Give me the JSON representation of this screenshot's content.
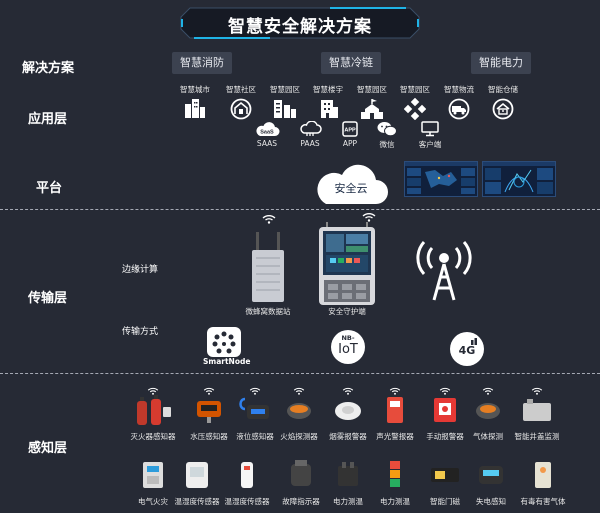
{
  "title": "智慧安全解决方案",
  "layers": {
    "solution": "解决方案",
    "application": "应用层",
    "platform": "平台",
    "transport": "传输层",
    "perception": "感知层"
  },
  "solutions": [
    "智慧消防",
    "智慧冷链",
    "智能电力"
  ],
  "applications": [
    {
      "label": "智慧城市",
      "icon": "city-buildings-icon"
    },
    {
      "label": "智慧社区",
      "icon": "community-icon"
    },
    {
      "label": "智慧园区",
      "icon": "park-buildings-icon"
    },
    {
      "label": "智慧楼宇",
      "icon": "office-building-icon"
    },
    {
      "label": "智慧园区",
      "icon": "school-building-icon"
    },
    {
      "label": "智慧园区",
      "icon": "diamond-grid-icon"
    },
    {
      "label": "智慧物流",
      "icon": "delivery-truck-icon"
    },
    {
      "label": "智能仓储",
      "icon": "warehouse-home-icon"
    }
  ],
  "platform_items": [
    {
      "label": "SAAS",
      "icon": "saas-cloud-icon"
    },
    {
      "label": "PAAS",
      "icon": "paas-cloud-icon"
    },
    {
      "label": "APP",
      "icon": "app-icon"
    },
    {
      "label": "微信",
      "icon": "wechat-icon"
    },
    {
      "label": "客户端",
      "icon": "monitor-icon"
    }
  ],
  "cloud_label": "安全云",
  "transport": {
    "edge_label": "边缘计算",
    "method_label": "传输方式",
    "gateway_label": "微蜂窝数据站",
    "terminal_label": "安全守护端",
    "smartnode_label": "SmartNode",
    "nb_top": "NB-",
    "nb_bottom": "IoT",
    "lte_label": "4G"
  },
  "sensors_row1": [
    "灭火器感知器",
    "水压感知器",
    "液位感知器",
    "火焰探测器",
    "烟雾报警器",
    "声光警报器",
    "手动报警器",
    "气体探测",
    "智能井盖监测"
  ],
  "sensors_row2": [
    "电气火灾",
    "温湿度传感器",
    "温湿度传感器",
    "故障指示器",
    "电力测温",
    "电力测温",
    "智能门磁",
    "失电感知",
    "有毒有害气体"
  ],
  "colors": {
    "background": "#262a35",
    "accent": "#1fb3e6",
    "button": "#3c4250"
  }
}
